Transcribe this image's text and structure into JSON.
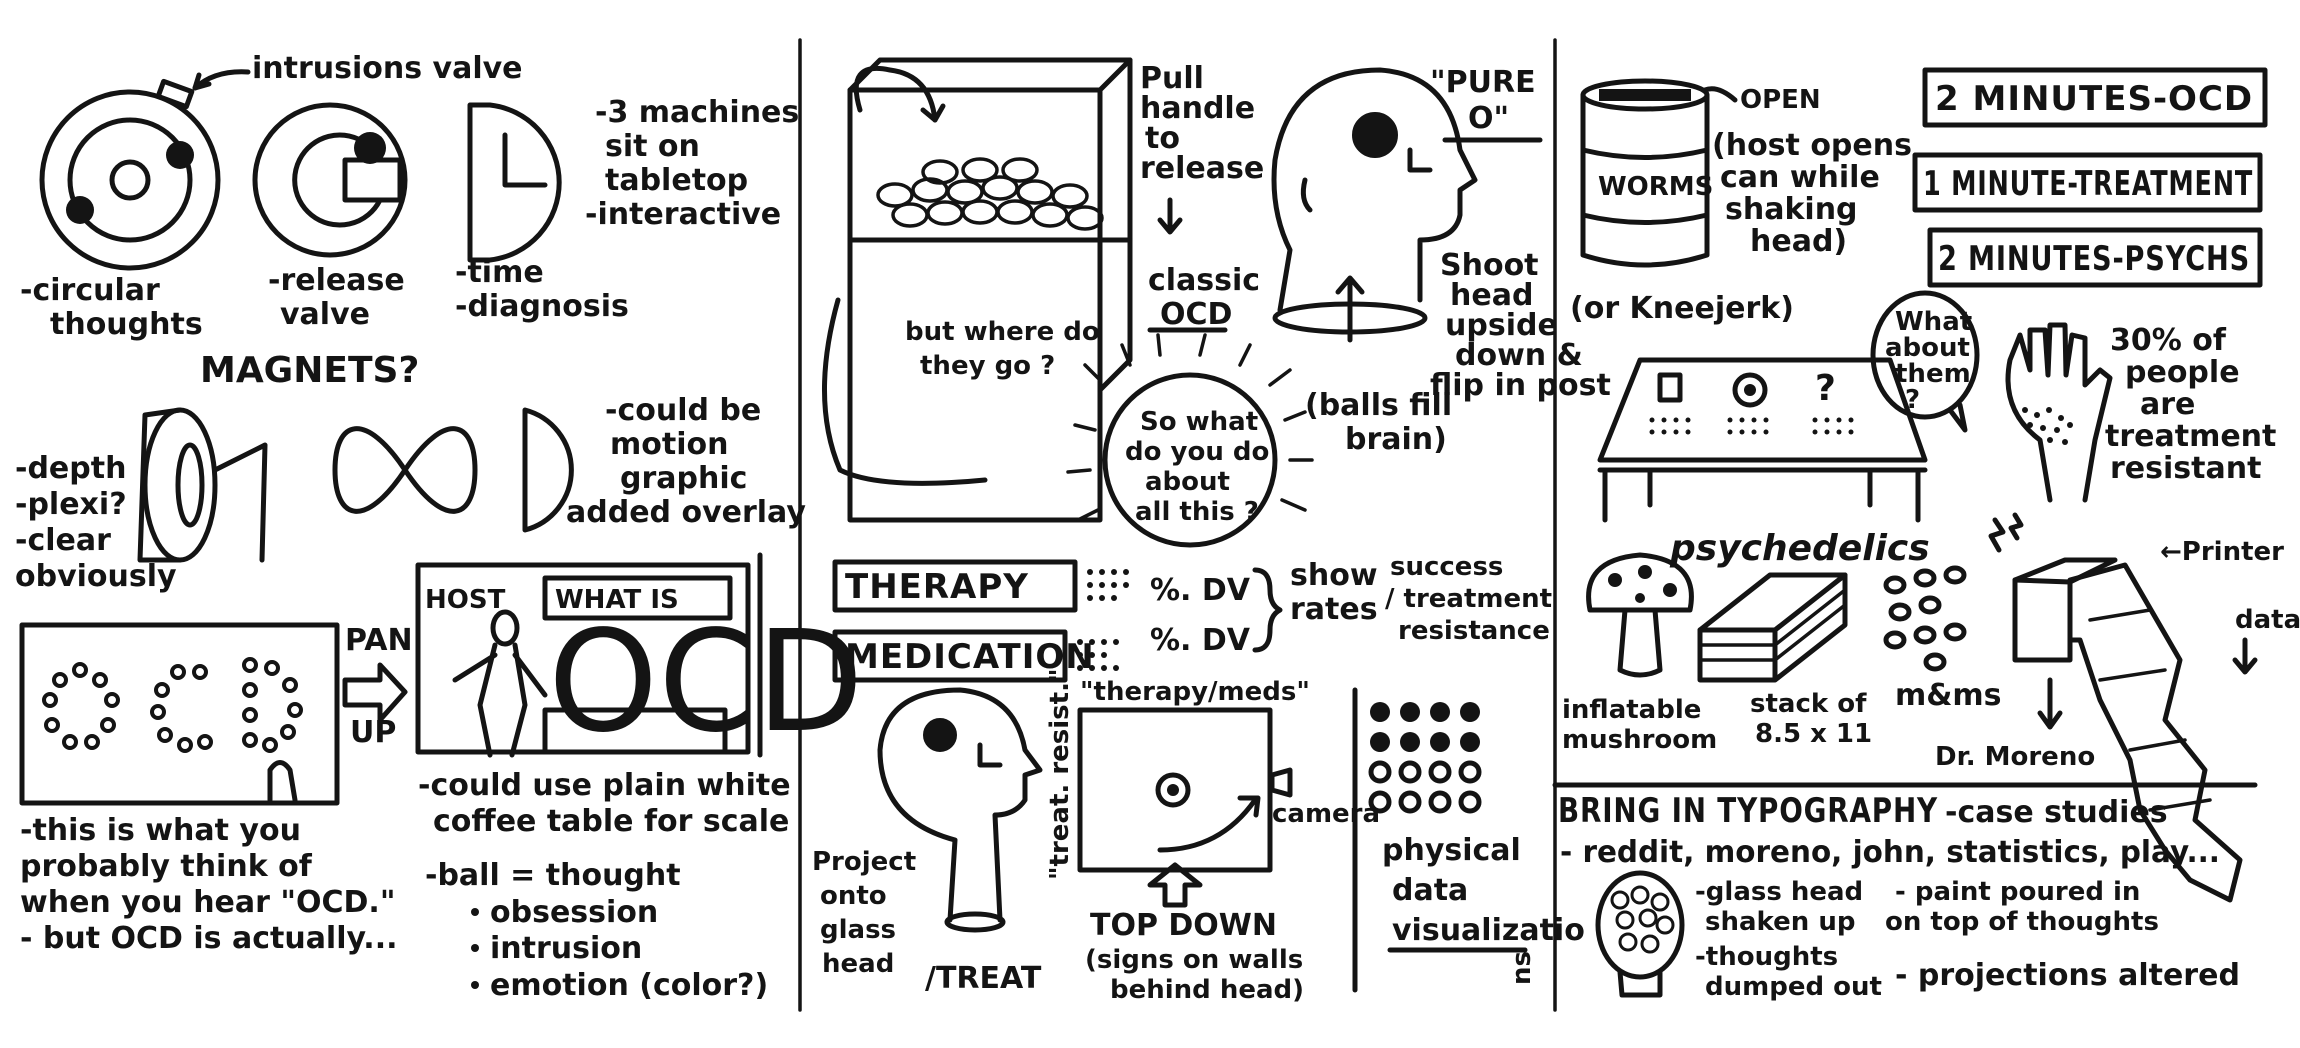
{
  "panel1": {
    "intrusions_valve": "intrusions valve",
    "machines": [
      "-3 machines",
      "sit on",
      "tabletop",
      "-interactive"
    ],
    "circular": [
      "-circular",
      "thoughts"
    ],
    "release": [
      "-release",
      "valve"
    ],
    "time": [
      "-time",
      "-diagnosis"
    ],
    "magnets": "MAGNETS?",
    "depth": [
      "-depth",
      "-plexi?",
      "-clear",
      "obviously"
    ],
    "motion": [
      "-could be",
      "motion",
      "graphic",
      "added overlay"
    ],
    "ocd_big": "OCD",
    "pan_up": [
      "PAN",
      "UP"
    ],
    "host": "HOST",
    "what_is": "WHAT IS",
    "this_is": [
      "-this is what you",
      "probably think of",
      "when you hear \"OCD.\"",
      "- but OCD is actually..."
    ],
    "coffee": [
      "-could use plain white",
      "coffee table for scale"
    ],
    "ball": "-ball = thought",
    "bullets": [
      "obsession",
      "intrusion",
      "emotion (color?)"
    ]
  },
  "panel2": {
    "pull": [
      "Pull",
      "handle",
      "to",
      "release"
    ],
    "classic": [
      "classic",
      "OCD"
    ],
    "where": [
      "but where do",
      "they go ?"
    ],
    "so_what": [
      "So what",
      "do you do",
      "about",
      "all this ?"
    ],
    "pure": [
      "\"PURE",
      "O\""
    ],
    "shoot": [
      "Shoot",
      "head",
      "upside",
      "down &",
      "flip in post"
    ],
    "balls": [
      "(balls fill",
      "brain)"
    ],
    "therapy": "THERAPY",
    "medication": "MEDICATION",
    "pct1": "%. DV",
    "pct2": "%. DV",
    "show": [
      "show",
      "rates"
    ],
    "success": [
      "success",
      "/ treatment",
      "resistance"
    ],
    "therapy_meds": "\"therapy/meds\"",
    "treat_resist": "\"treat. resist.\"",
    "camera": "camera",
    "project": [
      "Project",
      "onto",
      "glass",
      "head"
    ],
    "treat": "/TREAT",
    "top_down": "TOP DOWN",
    "signs": [
      "(signs on walls",
      "behind head)"
    ],
    "physical": [
      "physical",
      "data",
      "visualizatio"
    ],
    "physical_suffix": "ns"
  },
  "panel3": {
    "open": "OPEN",
    "worms": "WORMS",
    "host_opens": [
      "(host opens",
      "can while",
      "shaking",
      "head)"
    ],
    "or_knee": "(or Kneejerk)",
    "boxes": [
      "2 MINUTES-OCD",
      "1 MINUTE-TREATMENT",
      "2 MINUTES-PSYCHS"
    ],
    "what_about": [
      "What",
      "about",
      "them",
      "?"
    ],
    "thirty": [
      "30% of",
      "people",
      "are",
      "treatment",
      "resistant"
    ],
    "table_q": "?",
    "psychedelics": "psychedelics",
    "printer": "←Printer",
    "data": "data",
    "mushroom": [
      "inflatable",
      "mushroom"
    ],
    "stack": [
      "stack of",
      "8.5 x 11"
    ],
    "mms": "m&ms",
    "dr": "Dr. Moreno",
    "typography": "BRING IN TYPOGRAPHY",
    "case": "-case studies",
    "list": "- reddit, moreno, john, statistics, play...",
    "glass": [
      "-glass head",
      "shaken up"
    ],
    "thoughts": [
      "-thoughts",
      "dumped out"
    ],
    "paint": [
      "- paint poured in",
      "on top of thoughts"
    ],
    "projections": "- projections altered"
  }
}
